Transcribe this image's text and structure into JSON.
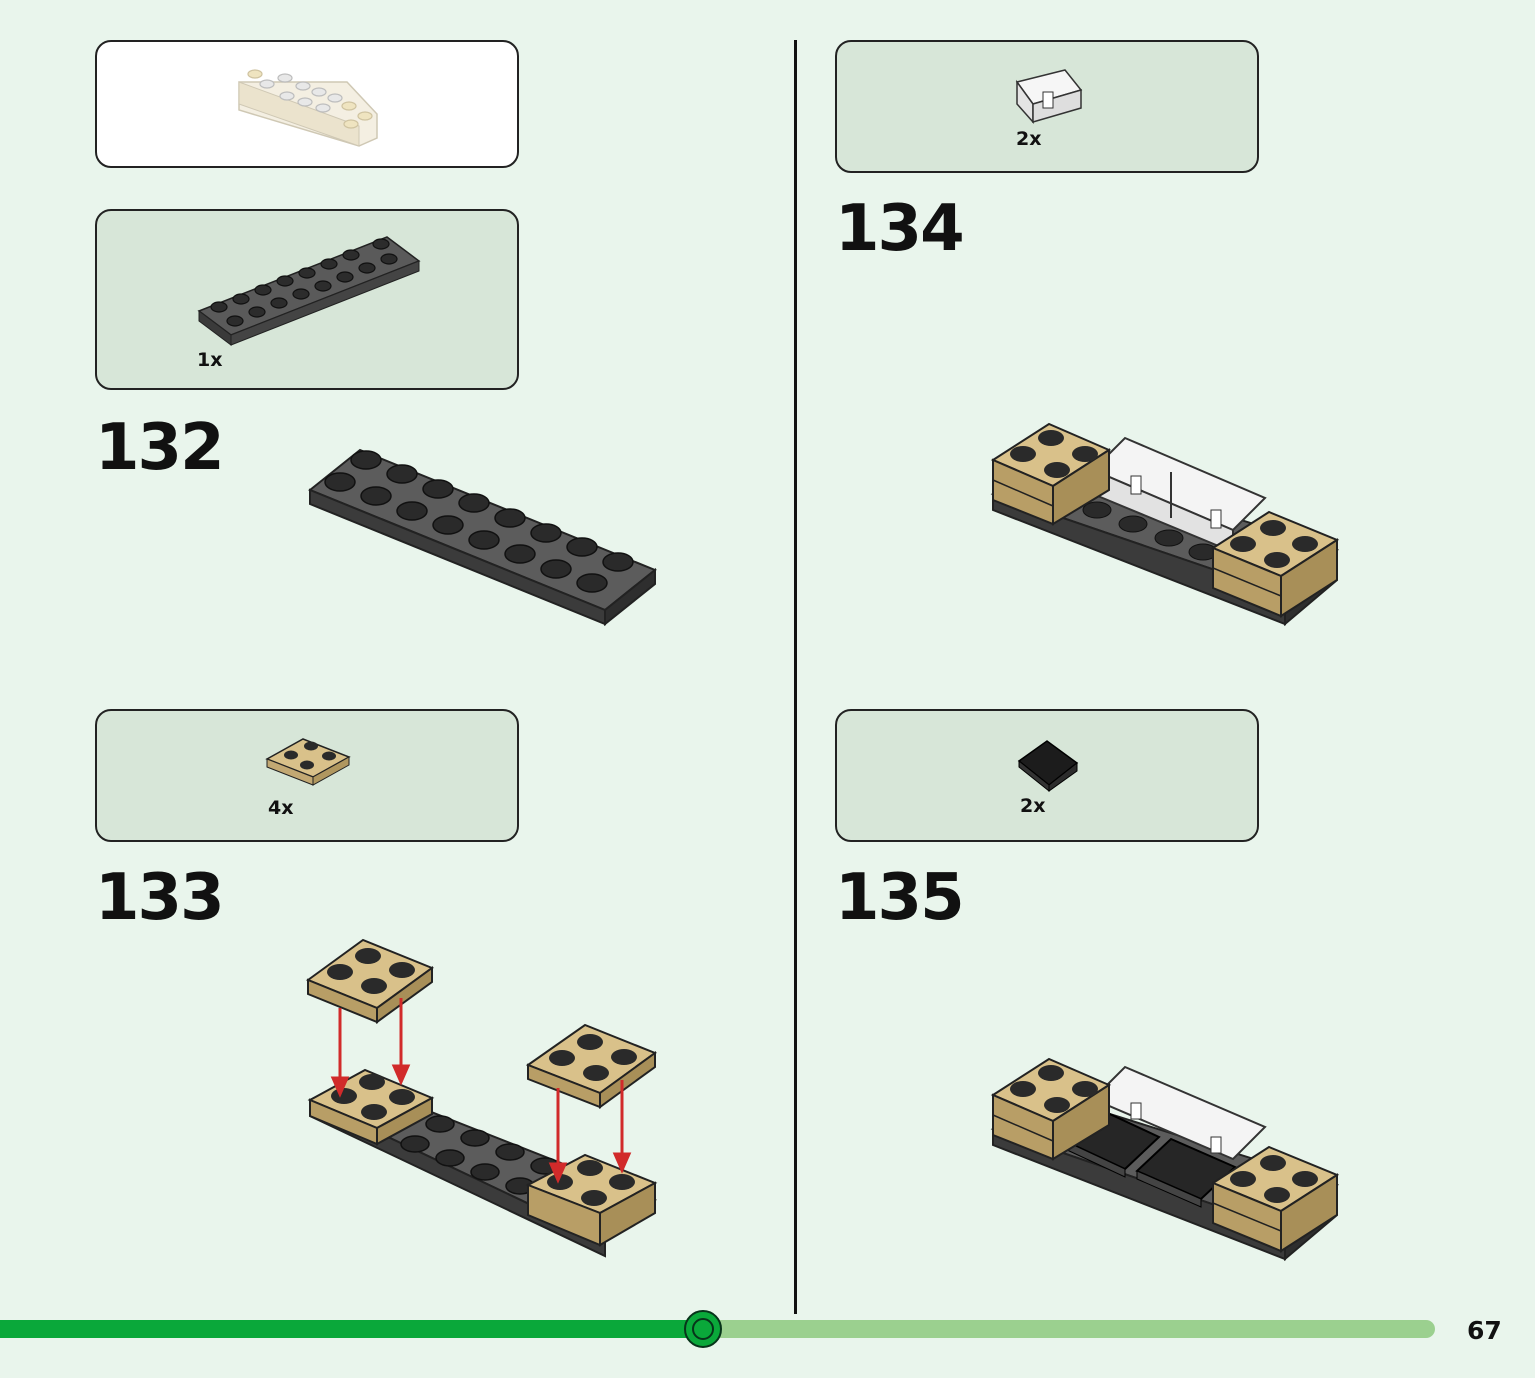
{
  "steps": [
    {
      "number": "132",
      "parts_qty": "1x"
    },
    {
      "number": "133",
      "parts_qty": "4x"
    },
    {
      "number": "134",
      "parts_qty": "2x"
    },
    {
      "number": "135",
      "parts_qty": "2x"
    }
  ],
  "page_number": "67",
  "progress": {
    "fraction": 0.49
  },
  "colors": {
    "background": "#e9f5ec",
    "parts_box": "#d7e6d8",
    "dark_gray_brick": "#4a4a4a",
    "tan_brick": "#d9c18a",
    "arrow_red": "#d12a2a",
    "progress_done": "#0aa83a",
    "progress_remaining": "#9bd08f"
  },
  "icons": {
    "subassembly": "white-tan-subassembly-icon",
    "plate_2x8": "dark-gray-plate-2x8-icon",
    "plate_2x2": "tan-plate-2x2-icon",
    "hinge": "white-hinge-icon",
    "slope": "black-slope-icon"
  }
}
